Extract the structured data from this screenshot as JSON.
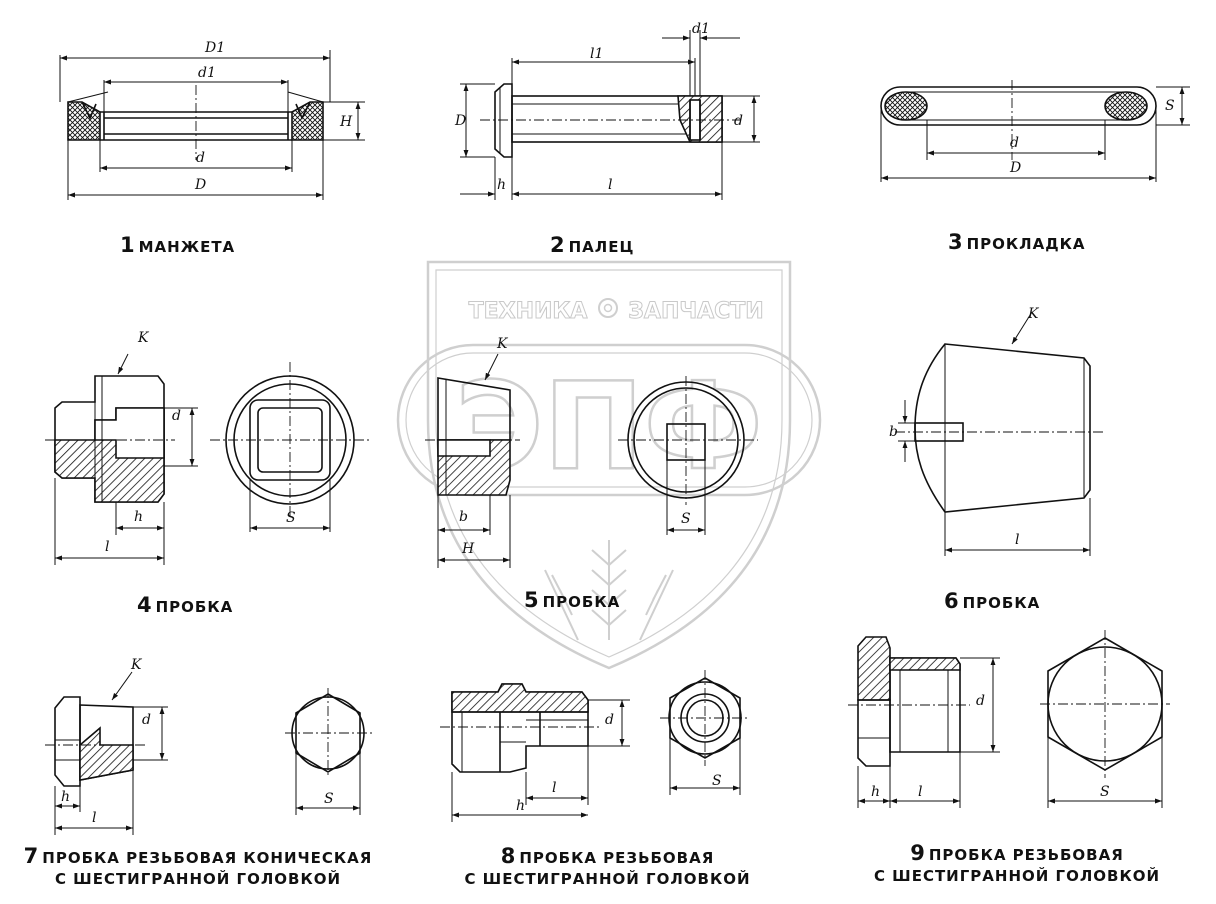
{
  "watermark": {
    "line1_left": "ТЕХНИКА",
    "line1_right": "ЗАПЧАСТИ",
    "logo": "ЭПФ"
  },
  "parts": [
    {
      "num": "1",
      "name": "МАНЖЕТА",
      "labels": [
        "D1",
        "d1",
        "d",
        "D",
        "H"
      ]
    },
    {
      "num": "2",
      "name": "ПАЛЕЦ",
      "labels": [
        "l1",
        "d1",
        "D",
        "d",
        "h",
        "l"
      ]
    },
    {
      "num": "3",
      "name": "ПРОКЛАДКА",
      "labels": [
        "d",
        "D",
        "S"
      ]
    },
    {
      "num": "4",
      "name": "ПРОБКА",
      "labels": [
        "K",
        "d",
        "h",
        "l",
        "S"
      ]
    },
    {
      "num": "5",
      "name": "ПРОБКА",
      "labels": [
        "K",
        "b",
        "H",
        "S"
      ]
    },
    {
      "num": "6",
      "name": "ПРОБКА",
      "labels": [
        "K",
        "b",
        "l"
      ]
    },
    {
      "num": "7",
      "name": "ПРОБКА РЕЗЬБОВАЯ КОНИЧЕСКАЯ",
      "name2": "С ШЕСТИГРАННОЙ ГОЛОВКОЙ",
      "labels": [
        "K",
        "d",
        "h",
        "l",
        "S"
      ]
    },
    {
      "num": "8",
      "name": "ПРОБКА РЕЗЬБОВАЯ",
      "name2": "С ШЕСТИГРАННОЙ ГОЛОВКОЙ",
      "labels": [
        "d",
        "l",
        "h",
        "S"
      ]
    },
    {
      "num": "9",
      "name": "ПРОБКА РЕЗЬБОВАЯ",
      "name2": "С ШЕСТИГРАННОЙ ГОЛОВКОЙ",
      "labels": [
        "d",
        "h",
        "l",
        "S"
      ]
    }
  ]
}
